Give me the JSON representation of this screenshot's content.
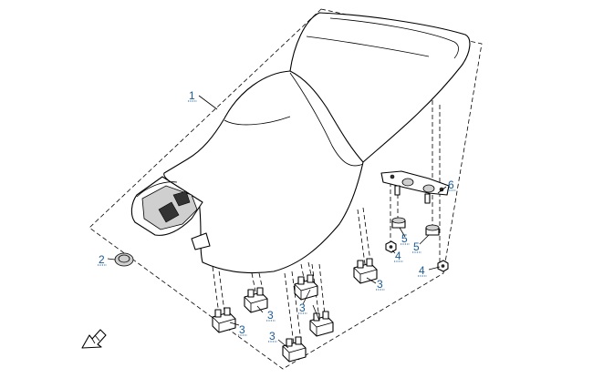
{
  "callouts": [
    {
      "id": "c1",
      "label": "1"
    },
    {
      "id": "c2",
      "label": "2"
    },
    {
      "id": "c3a",
      "label": "3"
    },
    {
      "id": "c3b",
      "label": "3"
    },
    {
      "id": "c3c",
      "label": "3"
    },
    {
      "id": "c3d",
      "label": "3"
    },
    {
      "id": "c3e",
      "label": "3"
    },
    {
      "id": "c4a",
      "label": "4"
    },
    {
      "id": "c4b",
      "label": "4"
    },
    {
      "id": "c5a",
      "label": "5"
    },
    {
      "id": "c5b",
      "label": "5"
    },
    {
      "id": "c6",
      "label": "6"
    }
  ],
  "icons": {
    "direction_arrow": "front-direction-arrow-icon"
  },
  "colors": {
    "label": "#1a5a96",
    "line": "#000000"
  }
}
